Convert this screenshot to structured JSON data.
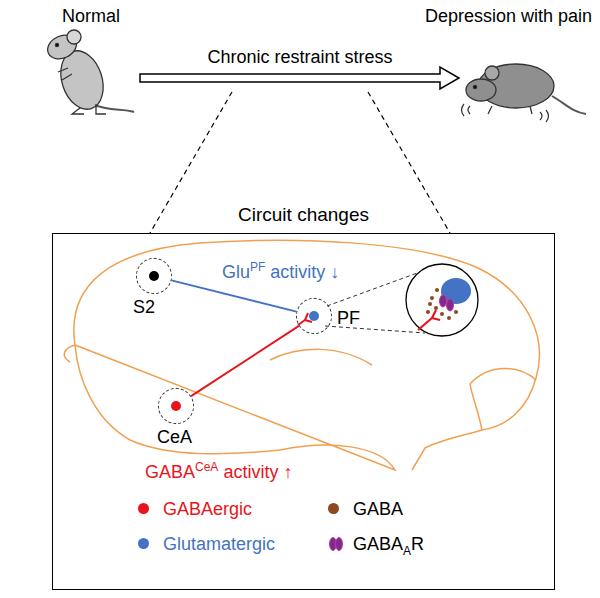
{
  "diagram": {
    "nodes": [
      {
        "text": [
          "Circuit changes"
        ]
      },
      {
        "text": [
          "S2"
        ],
        "in": 0
      },
      {
        "text": [
          "PF"
        ],
        "in": 0
      },
      {
        "text": [
          "CeA"
        ],
        "in": 0
      }
    ],
    "edges": [
      {
        "from": 1,
        "to": 2,
        "arrow": "none"
      },
      {
        "from": 3,
        "to": 2,
        "arrow": "none"
      }
    ],
    "labels": [
      "Normal",
      "Depression with pain",
      "Chronic restraint stress",
      "Glu",
      "PF",
      "activity ↓",
      "GABA",
      "CeA",
      "activity ↑",
      "A",
      "R"
    ],
    "legend": [
      {
        "text": "GABAergic",
        "color": "#e8141c"
      },
      {
        "text": "Glutamatergic",
        "color": "#4472c4"
      },
      {
        "text": "GABA",
        "color": "#8b4a1c"
      },
      {
        "text": "GABA"
      }
    ]
  }
}
